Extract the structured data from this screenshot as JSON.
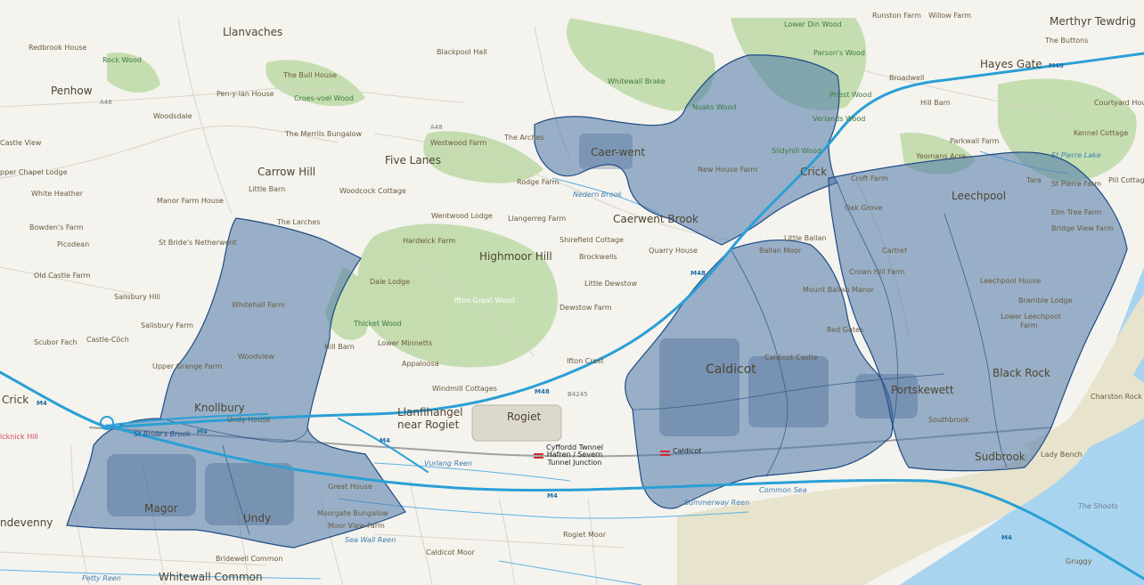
{
  "colors": {
    "land": "#f4f3ee",
    "estuary": "#a9d4ef",
    "mudflat": "#e8e3cc",
    "woodland": "#b9d7a4",
    "region_fill": "#4d77a8",
    "region_stroke": "#1f4b85",
    "motorway": "#2a9fd6",
    "stream": "#5fb3e0",
    "rail": "#a0a0a0",
    "station_icon": "#d12b2b"
  },
  "towns": {
    "caldicot": "Caldicot",
    "magor": "Magor",
    "undy": "Undy",
    "rogiet": "Rogiet",
    "caerwent": "Caer-went",
    "portskewett": "Portskewett",
    "llanfihangel_1": "Llanfihangel",
    "llanfihangel_2": "near Rogiet",
    "knollbury": "Knollbury",
    "crick_right": "Crick",
    "crick_left": "Crick",
    "leechpool": "Leechpool",
    "black_rock": "Black Rock",
    "sudbrook": "Sudbrook",
    "penhow": "Penhow",
    "llanvaches": "Llanvaches",
    "five_lanes": "Five Lanes",
    "carrow_hill": "Carrow Hill",
    "highmoor_hill": "Highmoor Hill",
    "caerwent_brook": "Caerwent Brook",
    "hayes_gate": "Hayes Gate",
    "merthyr_tewdrig": "Merthyr Tewdrig",
    "whitewall_common": "Whitewall Common",
    "undevenny": "ndevenny"
  },
  "places": {
    "redbrook_house": "Redbrook House",
    "rock_wood": "Rock Wood",
    "blackpool_hall": "Blackpool Hall",
    "lower_dinwood": "Lower Din Wood",
    "runston_farm": "Runston Farm",
    "willow_farm": "Willow Farm",
    "the_buttons": "The Buttons",
    "parsons_wood": "Parson's Wood",
    "broadwell": "Broadwell",
    "the_bull_house": "The Bull House",
    "pen_y_lan_house": "Pen-y-lan House",
    "croes_voel_wood": "Croes-voel Wood",
    "whitewall_brake": "Whitewall Brake",
    "priest_wood": "Priest Wood",
    "hill_barn_tr": "Hill Barn",
    "courtyard_hou": "Courtyard Hou",
    "noaks_wood": "Noaks Wood",
    "verlands_wood": "Verlands Wood",
    "woodsdale": "Woodsdale",
    "castle_view": "Castle View",
    "the_merrils": "The Merrils Bungalow",
    "westwood_farm": "Westwood Farm",
    "the_arches": "The Arches",
    "slidyhill_wood": "Slidyhill Wood",
    "parkwall_farm": "Parkwall Farm",
    "kennel_cottage": "Kennel Cottage",
    "upper_chapel_lodge": "pper Chapel Lodge",
    "new_house_farm": "New House Farm",
    "yeomans_acre": "Yeomans Acre",
    "st_pierre_lake": "St Pierre Lake",
    "white_heather": "White Heather",
    "little_barn": "Little Barn",
    "woodcock_cottage": "Woodcock Cottage",
    "rodge_farm": "Rodge Farm",
    "croft_farm": "Croft Farm",
    "tara": "Tara",
    "st_pierre_farm": "St Pierre Farm",
    "pill_cottage": "Pill Cottag",
    "manor_farm_house": "Manor Farm House",
    "nedern_brook": "Nedern Brook",
    "oak_grove": "Oak Grove",
    "elm_tree_farm": "Elm Tree Farm",
    "bowdens_farm": "Bowden's Farm",
    "the_larches": "The Larches",
    "wentwood_lodge": "Wentwood Lodge",
    "llangerreg_farm": "Llangerreg Farm",
    "little_ballan": "Little Ballan",
    "bridge_view_farm": "Bridge View Farm",
    "picodean": "Picodean",
    "st_brides_netherwent": "St Bride's Netherwent",
    "hardwick_farm": "Hardwick Farm",
    "shirefield_cottage": "Shirefield Cottage",
    "quarry_house": "Quarry House",
    "ballan_moor": "Ballan Moor",
    "cartref": "Cartref",
    "brockwells": "Brockwells",
    "crown_hill_farm": "Crown Hill Farm",
    "old_castle_farm": "Old Castle Farm",
    "dale_lodge": "Dale Lodge",
    "little_dewstow": "Little Dewstow",
    "leechpool_house": "Leechpool House",
    "whitehall_farm": "Whitehall Farm",
    "salisbury_hill": "Salisbury Hill",
    "ifton_great_wood": "Ifton Great Wood",
    "mount_ballan_manor": "Mount Ballan Manor",
    "bramble_lodge": "Bramble Lodge",
    "dewstow_farm": "Dewstow Farm",
    "thicket_wood": "Thicket Wood",
    "salisbury_farm": "Salisbury Farm",
    "lower_leechpool_1": "Lower Leechpool",
    "lower_leechpool_2": "Farm",
    "scubor_fach": "Scubor Fach",
    "castle_coch": "Castle-Cŏch",
    "lower_minnetts": "Lower Minnetts",
    "red_gates": "Red Gates",
    "hill_barn": "Hill Barn",
    "appaloosa": "Appaloosa",
    "caldicot_castle": "Caldicot Castle",
    "woodview": "Woodview",
    "upper_grange_farm": "Upper Grange Farm",
    "ifton_crest": "Ifton Crest",
    "windmill_cottages": "Windmill Cottages",
    "charston_rock": "Charston Rock",
    "undy_house": "Undy House",
    "blackrock_hill": "lcknick Hill",
    "southbrook": "Southbrook",
    "lady_bench": "Lady Bench",
    "great_house": "Great House",
    "moorgate_bungalow": "Moorgate Bungalow",
    "moor_view_farm": "Moor View Farm",
    "roggiet_moor": "Rogiet Moor",
    "bridewell_common": "Bridewell Common",
    "caldicot_moor": "Caldicot Moor",
    "gruggy": "Gruggy",
    "the_shoots": "The Shoots"
  },
  "water": {
    "vurlang_reen": "Vurlang Reen",
    "summerway_reen": "Summerway Reen",
    "common_sea": "Common Sea",
    "sea_wall_reen": "Sea Wall Reen",
    "petty_reen": "Petty Reen",
    "st_brides_brook": "St Bride's Brook"
  },
  "roads": {
    "m48_top": "M48",
    "m48_mid": "M48",
    "m48_low": "M48",
    "m4_left": "M4",
    "m4_mid": "M4",
    "m4_low": "M4",
    "m4_right": "M4",
    "m4_far": "M4",
    "a48_left": "A48",
    "a48_mid": "A48",
    "b4245": "B4245"
  },
  "stations": {
    "severn_tunnel_1": "Cyffordd Twnnel",
    "severn_tunnel_2": "Hafren / Severn",
    "severn_tunnel_3": "Tunnel Junction",
    "caldicot": "Caldicot"
  }
}
